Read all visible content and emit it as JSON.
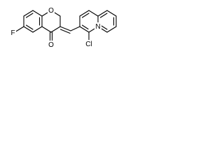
{
  "molecule": {
    "atom_labels": {
      "fluorine": "F",
      "oxygen_ring": "O",
      "oxygen_carbonyl": "O",
      "nitrogen": "N",
      "chlorine": "Cl"
    }
  },
  "colors": {
    "bond": "#000000",
    "label": "#000000",
    "background": "#ffffff"
  }
}
